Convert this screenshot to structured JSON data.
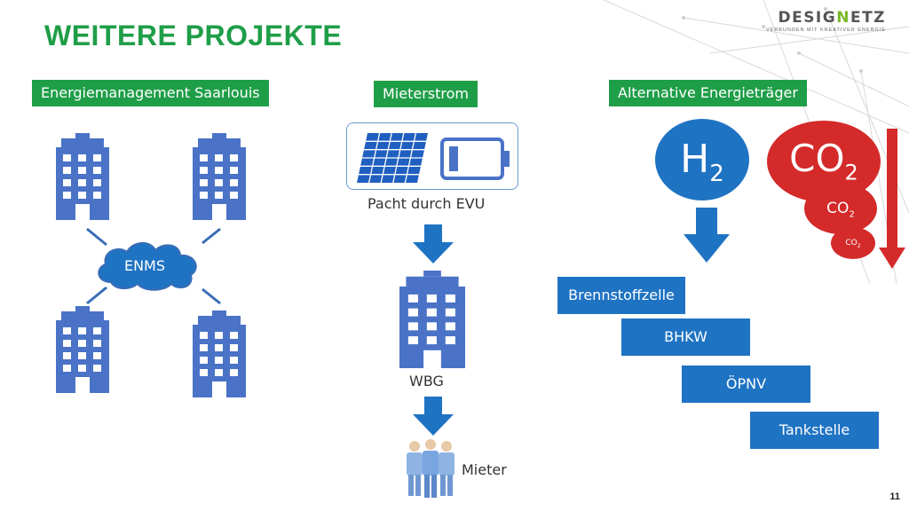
{
  "title": "WEITERE PROJEKTE",
  "logo": {
    "main_pre": "DESIG",
    "main_hl": "N",
    "main_post": "ETZ",
    "sub": "VERBUNDEN MIT KREATIVER ENERGIE"
  },
  "page_number": "11",
  "colors": {
    "green": "#1f9e48",
    "blue": "#1f73c3",
    "red": "#d42a2a",
    "building": "#4a73c7"
  },
  "sections": {
    "enms": {
      "label": "Energiemanagement Saarlouis",
      "cloud": "ENMS"
    },
    "mieterstrom": {
      "label": "Mieterstrom",
      "lease": "Pacht durch EVU",
      "wbg": "WBG",
      "tenant": "Mieter"
    },
    "alt": {
      "label": "Alternative Energieträger",
      "h2": {
        "base": "H",
        "sub": "2"
      },
      "co2_large": {
        "base": "CO",
        "sub": "2"
      },
      "co2_medium": {
        "base": "CO",
        "sub": "2"
      },
      "co2_small": {
        "base": "CO",
        "sub": "2"
      },
      "uses": [
        "Brennstoffzelle",
        "BHKW",
        "ÖPNV",
        "Tankstelle"
      ]
    }
  }
}
